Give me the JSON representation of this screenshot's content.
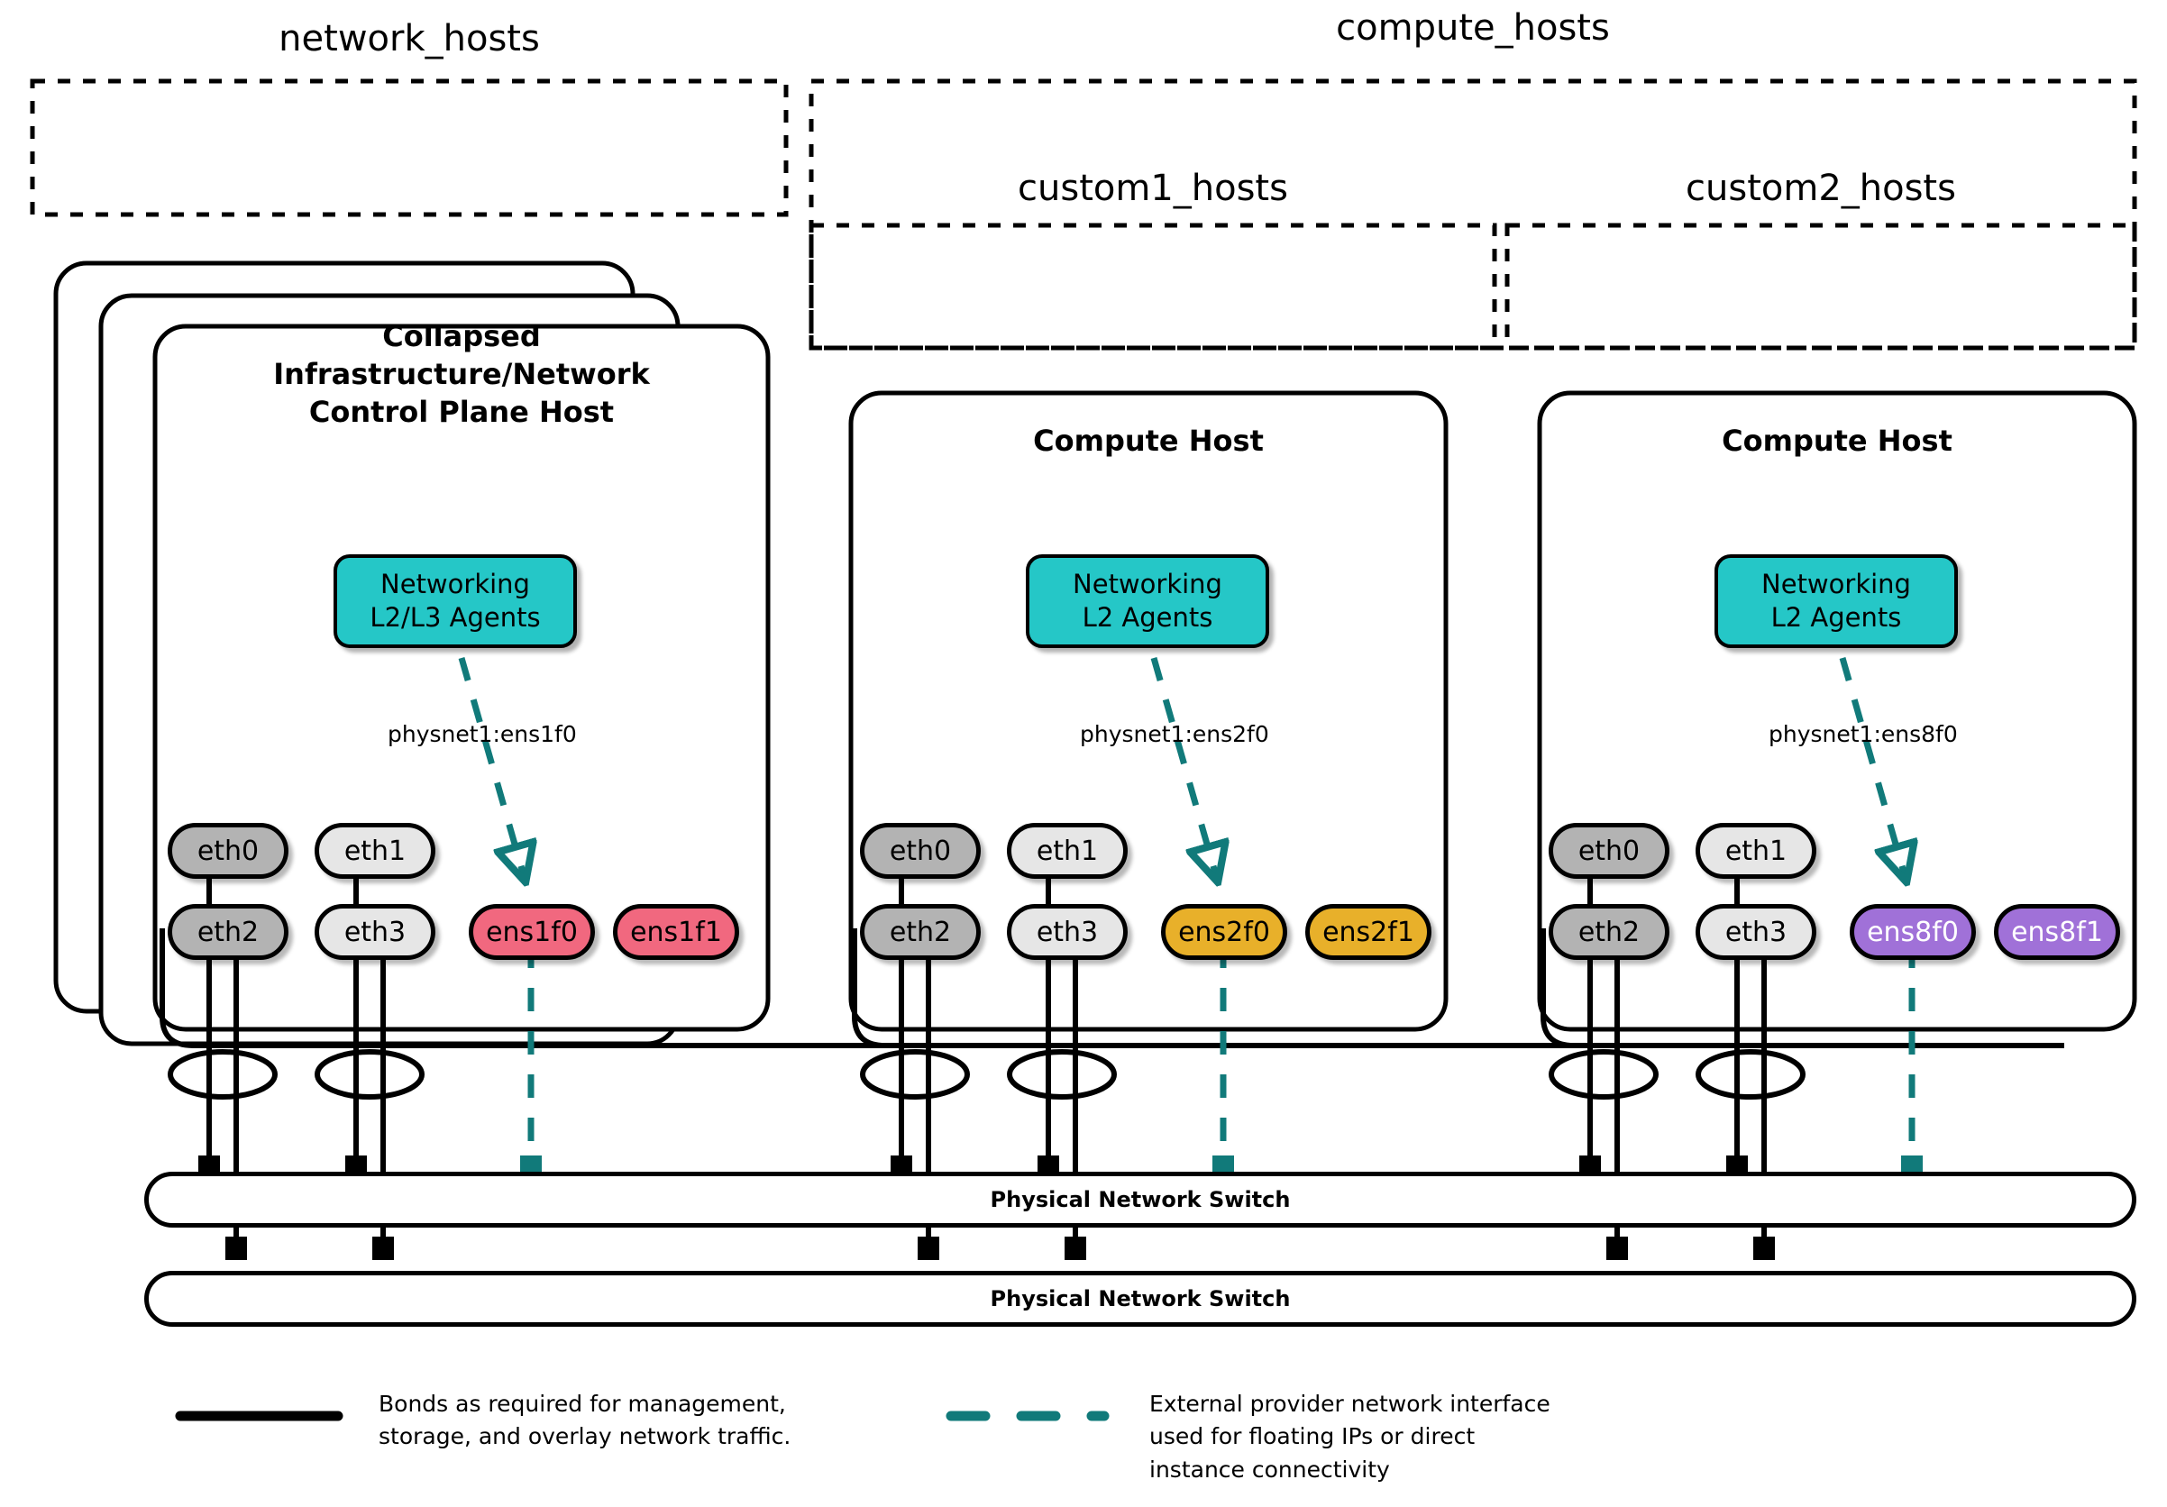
{
  "groups": [
    {
      "label": "network_hosts"
    },
    {
      "label": "compute_hosts"
    },
    {
      "label": "custom1_hosts"
    },
    {
      "label": "custom2_hosts"
    }
  ],
  "hosts": [
    {
      "title": "Collapsed\nInfrastructure/Network\nControl Plane Host",
      "agent": "Networking\nL2/L3 Agents",
      "physnet": "physnet1:ens1f0",
      "nics": [
        {
          "label": "eth0",
          "style": "dark"
        },
        {
          "label": "eth1",
          "style": "light"
        },
        {
          "label": "eth2",
          "style": "dark"
        },
        {
          "label": "eth3",
          "style": "light"
        },
        {
          "label": "ens1f0",
          "style": "pink"
        },
        {
          "label": "ens1f1",
          "style": "pink"
        }
      ]
    },
    {
      "title": "Compute Host",
      "agent": "Networking\nL2 Agents",
      "physnet": "physnet1:ens2f0",
      "nics": [
        {
          "label": "eth0",
          "style": "dark"
        },
        {
          "label": "eth1",
          "style": "light"
        },
        {
          "label": "eth2",
          "style": "dark"
        },
        {
          "label": "eth3",
          "style": "light"
        },
        {
          "label": "ens2f0",
          "style": "orange"
        },
        {
          "label": "ens2f1",
          "style": "orange"
        }
      ]
    },
    {
      "title": "Compute Host",
      "agent": "Networking\nL2 Agents",
      "physnet": "physnet1:ens8f0",
      "nics": [
        {
          "label": "eth0",
          "style": "dark"
        },
        {
          "label": "eth1",
          "style": "light"
        },
        {
          "label": "eth2",
          "style": "dark"
        },
        {
          "label": "eth3",
          "style": "light"
        },
        {
          "label": "ens8f0",
          "style": "purple"
        },
        {
          "label": "ens8f1",
          "style": "purple"
        }
      ]
    }
  ],
  "switches": [
    {
      "label": "Physical Network Switch"
    },
    {
      "label": "Physical Network Switch"
    }
  ],
  "legend": {
    "bond": "Bonds as required for management,\nstorage, and overlay network traffic.",
    "external": "External provider network interface\nused for floating IPs or direct\ninstance connectivity"
  },
  "colors": {
    "agent_fill": "#25c7c7",
    "external_link": "#117a7a",
    "nic_dark": "#b3b3b3",
    "nic_light": "#e6e6e6",
    "nic_pink": "#f1687f",
    "nic_orange": "#e8b02a",
    "nic_purple": "#a071d8",
    "outline": "#000000"
  }
}
